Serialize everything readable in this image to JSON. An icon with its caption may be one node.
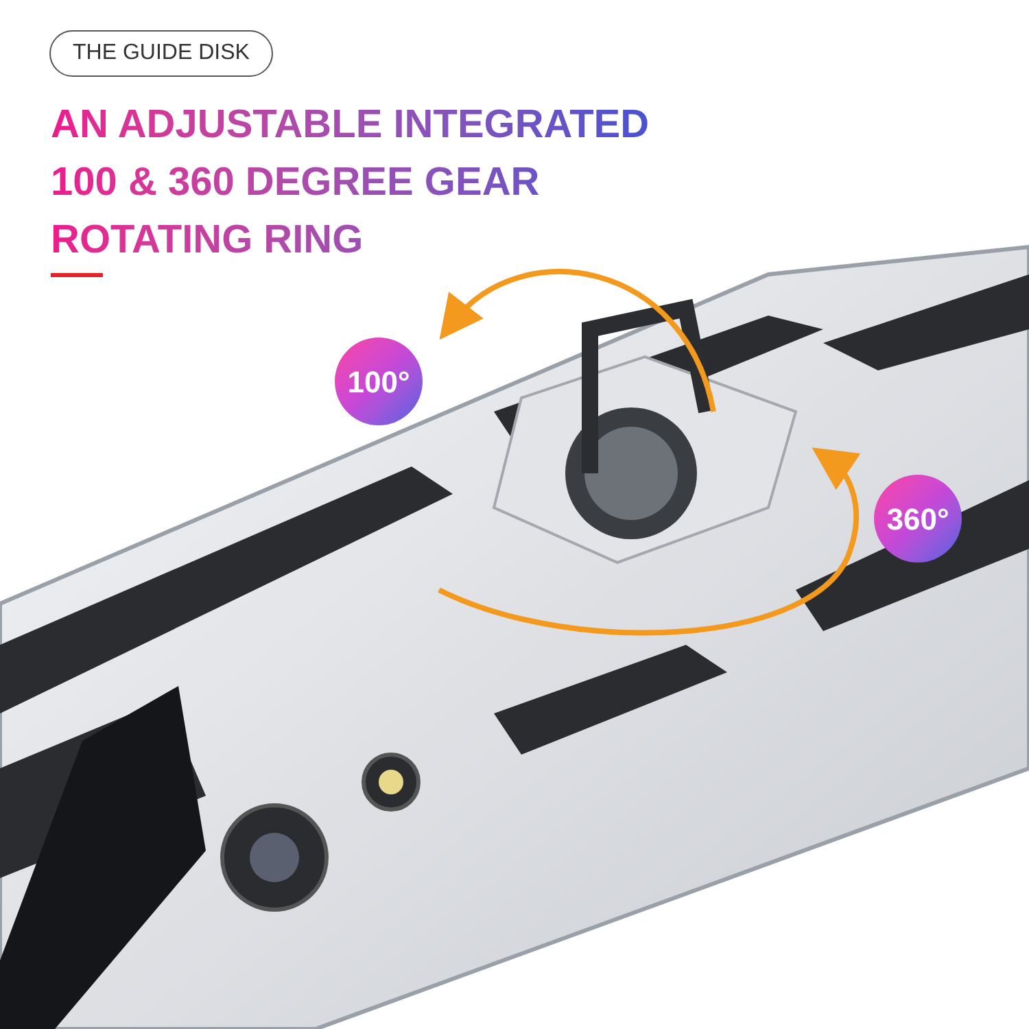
{
  "diagram": {
    "title": "AN ADJUSTABLE INTEGRATED 100 & 360 DEGREE GEAR ROTATING RING",
    "nodes": [
      {
        "text": [
          "100°"
        ]
      },
      {
        "text": [
          "360°"
        ]
      }
    ],
    "labels": [
      "THE GUIDE DISK"
    ]
  }
}
